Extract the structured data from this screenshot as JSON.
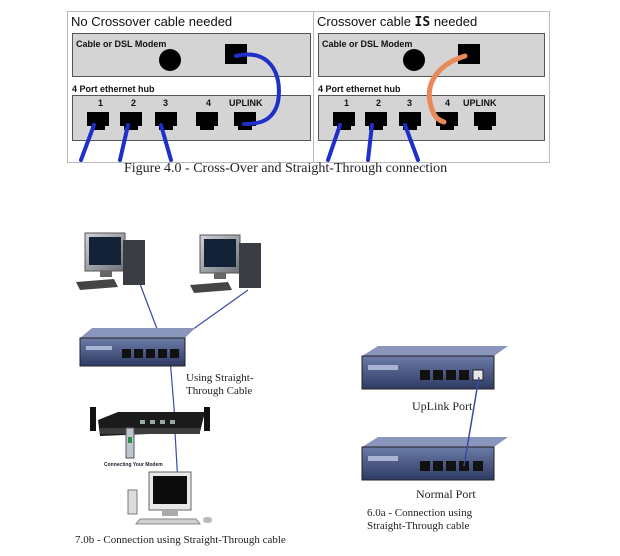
{
  "panels": [
    {
      "header": "No Crossover cable needed",
      "modem_label": "Cable or DSL Modem",
      "hub_label": "4 Port ethernet hub",
      "ports": [
        "1",
        "2",
        "3",
        "4",
        "UPLINK"
      ],
      "cable_color": "#1f2fc8"
    },
    {
      "header_prefix": "Crossover cable ",
      "header_bold": "IS",
      "header_suffix": " needed",
      "modem_label": "Cable or DSL Modem",
      "hub_label": "4 Port ethernet hub",
      "ports": [
        "1",
        "2",
        "3",
        "4",
        "UPLINK"
      ],
      "cable_color": "#e8895a"
    }
  ],
  "figure_caption": "Figure 4.0 - Cross-Over and Straight-Through connection",
  "left_diagram": {
    "cable_note_line1": "Using Straight-",
    "cable_note_line2": "Through Cable",
    "modem_small_label": "Connecting Your Modem",
    "caption": "7.0b - Connection using Straight-Through cable"
  },
  "right_diagram": {
    "uplink_label": "UpLink Port",
    "normal_label": "Normal Port",
    "caption_line1": "6.0a - Connection using",
    "caption_line2": "Straight-Through cable"
  },
  "colors": {
    "cable_blue": "#1f2fc8",
    "cable_orange": "#e8895a",
    "switch_body": "#3f4f7c",
    "thin_cable": "#3b4aa8"
  }
}
